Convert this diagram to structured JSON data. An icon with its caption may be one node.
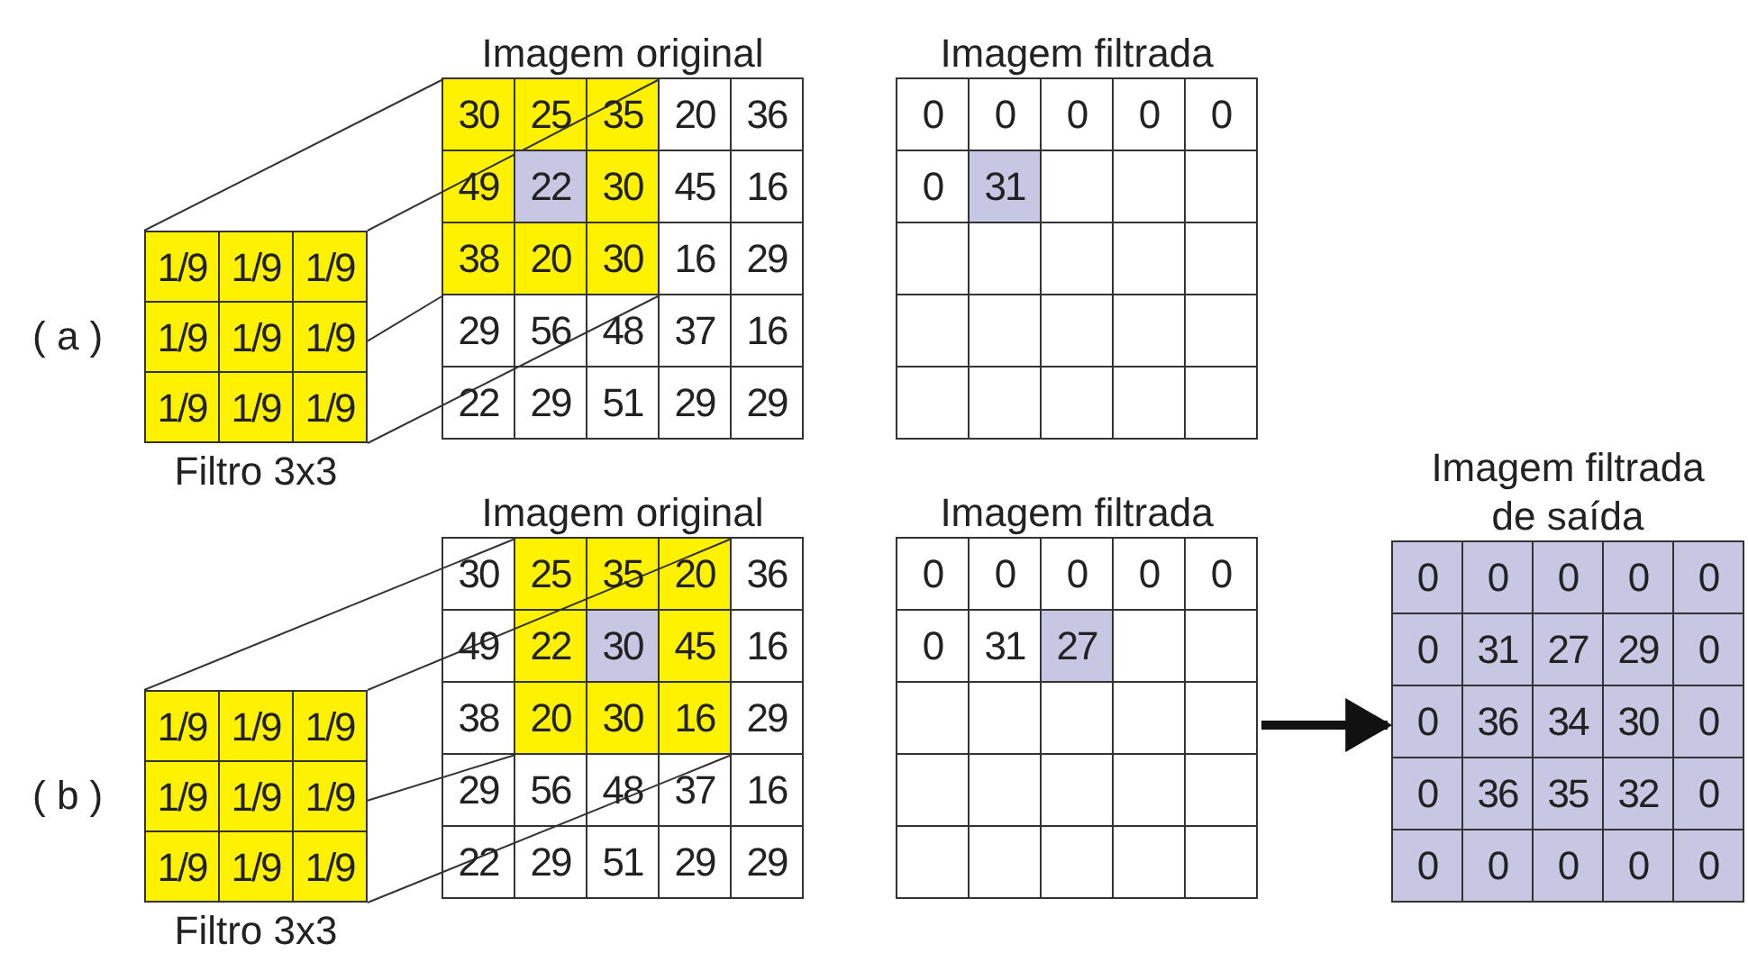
{
  "diagram": {
    "nodes": [
      {
        "text": [
          "1/9",
          "1/9",
          "1/9",
          "1/9",
          "1/9",
          "1/9",
          "1/9",
          "1/9",
          "1/9",
          "Filtro 3x3"
        ]
      },
      {
        "text": [
          "Imagem original",
          "20",
          "36",
          "45",
          "16",
          "16",
          "29",
          "29",
          "56",
          "48",
          "37",
          "16",
          "22",
          "29",
          "51",
          "29",
          "29"
        ]
      },
      {
        "text": [
          "30",
          "25",
          "35",
          "49",
          "22",
          "30",
          "38",
          "20",
          "30"
        ],
        "in": 1
      },
      {
        "text": [
          "Imagem filtrada",
          "0",
          "0",
          "0",
          "0",
          "0",
          "0",
          "31"
        ]
      },
      {
        "text": [
          "1/9",
          "1/9",
          "1/9",
          "1/9",
          "1/9",
          "1/9",
          "1/9",
          "1/9",
          "1/9",
          "Filtro 3x3"
        ]
      },
      {
        "text": [
          "Imagem original",
          "30",
          "36",
          "49",
          "16",
          "38",
          "29",
          "29",
          "56",
          "48",
          "37",
          "16",
          "22",
          "29",
          "51",
          "29",
          "29"
        ]
      },
      {
        "text": [
          "25",
          "35",
          "20",
          "22",
          "30",
          "45",
          "20",
          "30",
          "16"
        ],
        "in": 5
      },
      {
        "text": [
          "Imagem filtrada",
          "0",
          "0",
          "0",
          "0",
          "0",
          "0",
          "31",
          "27"
        ]
      },
      {
        "text": [
          "Imagem filtrada de saída",
          "0",
          "0",
          "0",
          "0",
          "0",
          "0",
          "31",
          "27",
          "29",
          "0",
          "0",
          "36",
          "34",
          "30",
          "0",
          "0",
          "36",
          "35",
          "32",
          "0",
          "0",
          "0",
          "0",
          "0",
          "0"
        ]
      }
    ],
    "edges": [
      {
        "from": 0,
        "to": 2,
        "arrow": "none"
      },
      {
        "from": 0,
        "to": 2,
        "arrow": "none"
      },
      {
        "from": 0,
        "to": 2,
        "arrow": "none"
      },
      {
        "from": 0,
        "to": 2,
        "arrow": "none"
      },
      {
        "from": 4,
        "to": 6,
        "arrow": "none"
      },
      {
        "from": 4,
        "to": 6,
        "arrow": "none"
      },
      {
        "from": 4,
        "to": 6,
        "arrow": "none"
      },
      {
        "from": 4,
        "to": 6,
        "arrow": "none"
      },
      {
        "from": 7,
        "to": 8,
        "arrow": "to",
        "style": "thick"
      }
    ],
    "labels": [
      "( a )",
      "( b )"
    ]
  }
}
